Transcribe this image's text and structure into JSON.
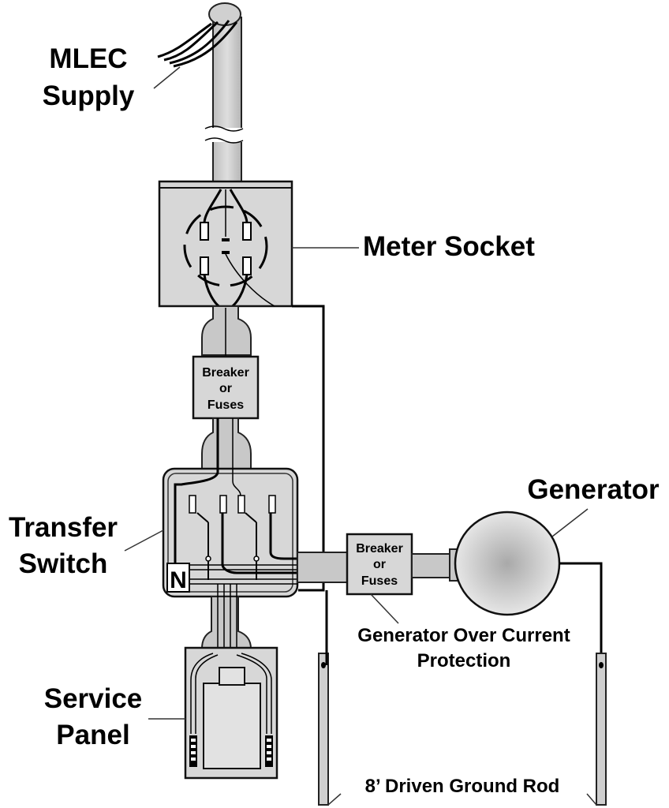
{
  "labels": {
    "supply": [
      "MLEC",
      "Supply"
    ],
    "meter_socket": "Meter Socket",
    "breaker_top": [
      "Breaker",
      "or",
      "Fuses"
    ],
    "breaker_right": [
      "Breaker",
      "or",
      "Fuses"
    ],
    "transfer_switch": [
      "Transfer",
      "Switch"
    ],
    "neutral": "N",
    "generator": "Generator",
    "gen_protection": [
      "Generator Over Current",
      "Protection"
    ],
    "service_panel": [
      "Service",
      "Panel"
    ],
    "ground_rod": "8’ Driven Ground Rod"
  },
  "colors": {
    "conduit": "#c8c8c8",
    "box": "#d7d7d7",
    "rod": "#cfcfcf",
    "line": "#000000"
  }
}
